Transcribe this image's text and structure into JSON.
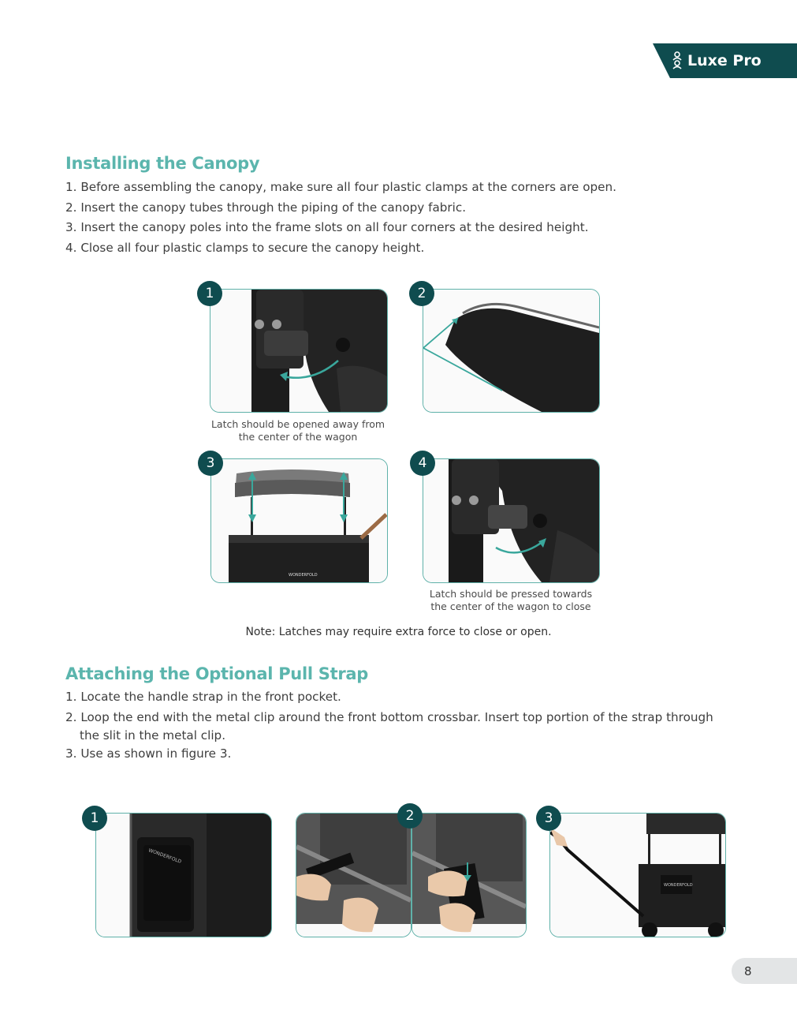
{
  "header": {
    "product_tab": "Luxe Pro"
  },
  "canopy_section": {
    "title": "Installing the Canopy",
    "steps": [
      "1. Before assembling the canopy, make sure all four plastic clamps at the corners are open.",
      "2. Insert the canopy tubes through the piping of the canopy fabric.",
      "3. Insert the canopy poles into the frame slots on all four corners at the desired height.",
      "4. Close all four plastic clamps to secure the canopy height."
    ],
    "figures": [
      {
        "number": "1",
        "caption_line1": "Latch should be opened away from",
        "caption_line2": "the center of the wagon"
      },
      {
        "number": "2"
      },
      {
        "number": "3",
        "brand": "WONDERFOLD"
      },
      {
        "number": "4",
        "caption_line1": "Latch should be pressed towards",
        "caption_line2": "the center of the wagon to close"
      }
    ],
    "note": "Note: Latches may require extra force to close or open."
  },
  "strap_section": {
    "title": "Attaching the Optional Pull Strap",
    "steps": [
      "1. Locate the handle strap in the front pocket.",
      "2. Loop the end with the metal clip around the front bottom crossbar. Insert top portion of the strap through",
      "the slit in the metal clip.",
      "3. Use as shown in figure 3."
    ],
    "figures": [
      {
        "number": "1",
        "brand": "WONDERFOLD"
      },
      {
        "number": "2"
      },
      {
        "number": "3",
        "brand": "WONDERFOLD"
      }
    ]
  },
  "footer": {
    "page_number": "8"
  },
  "colors": {
    "accent_teal": "#5bb5ad",
    "dark_teal": "#0f4c4f"
  }
}
